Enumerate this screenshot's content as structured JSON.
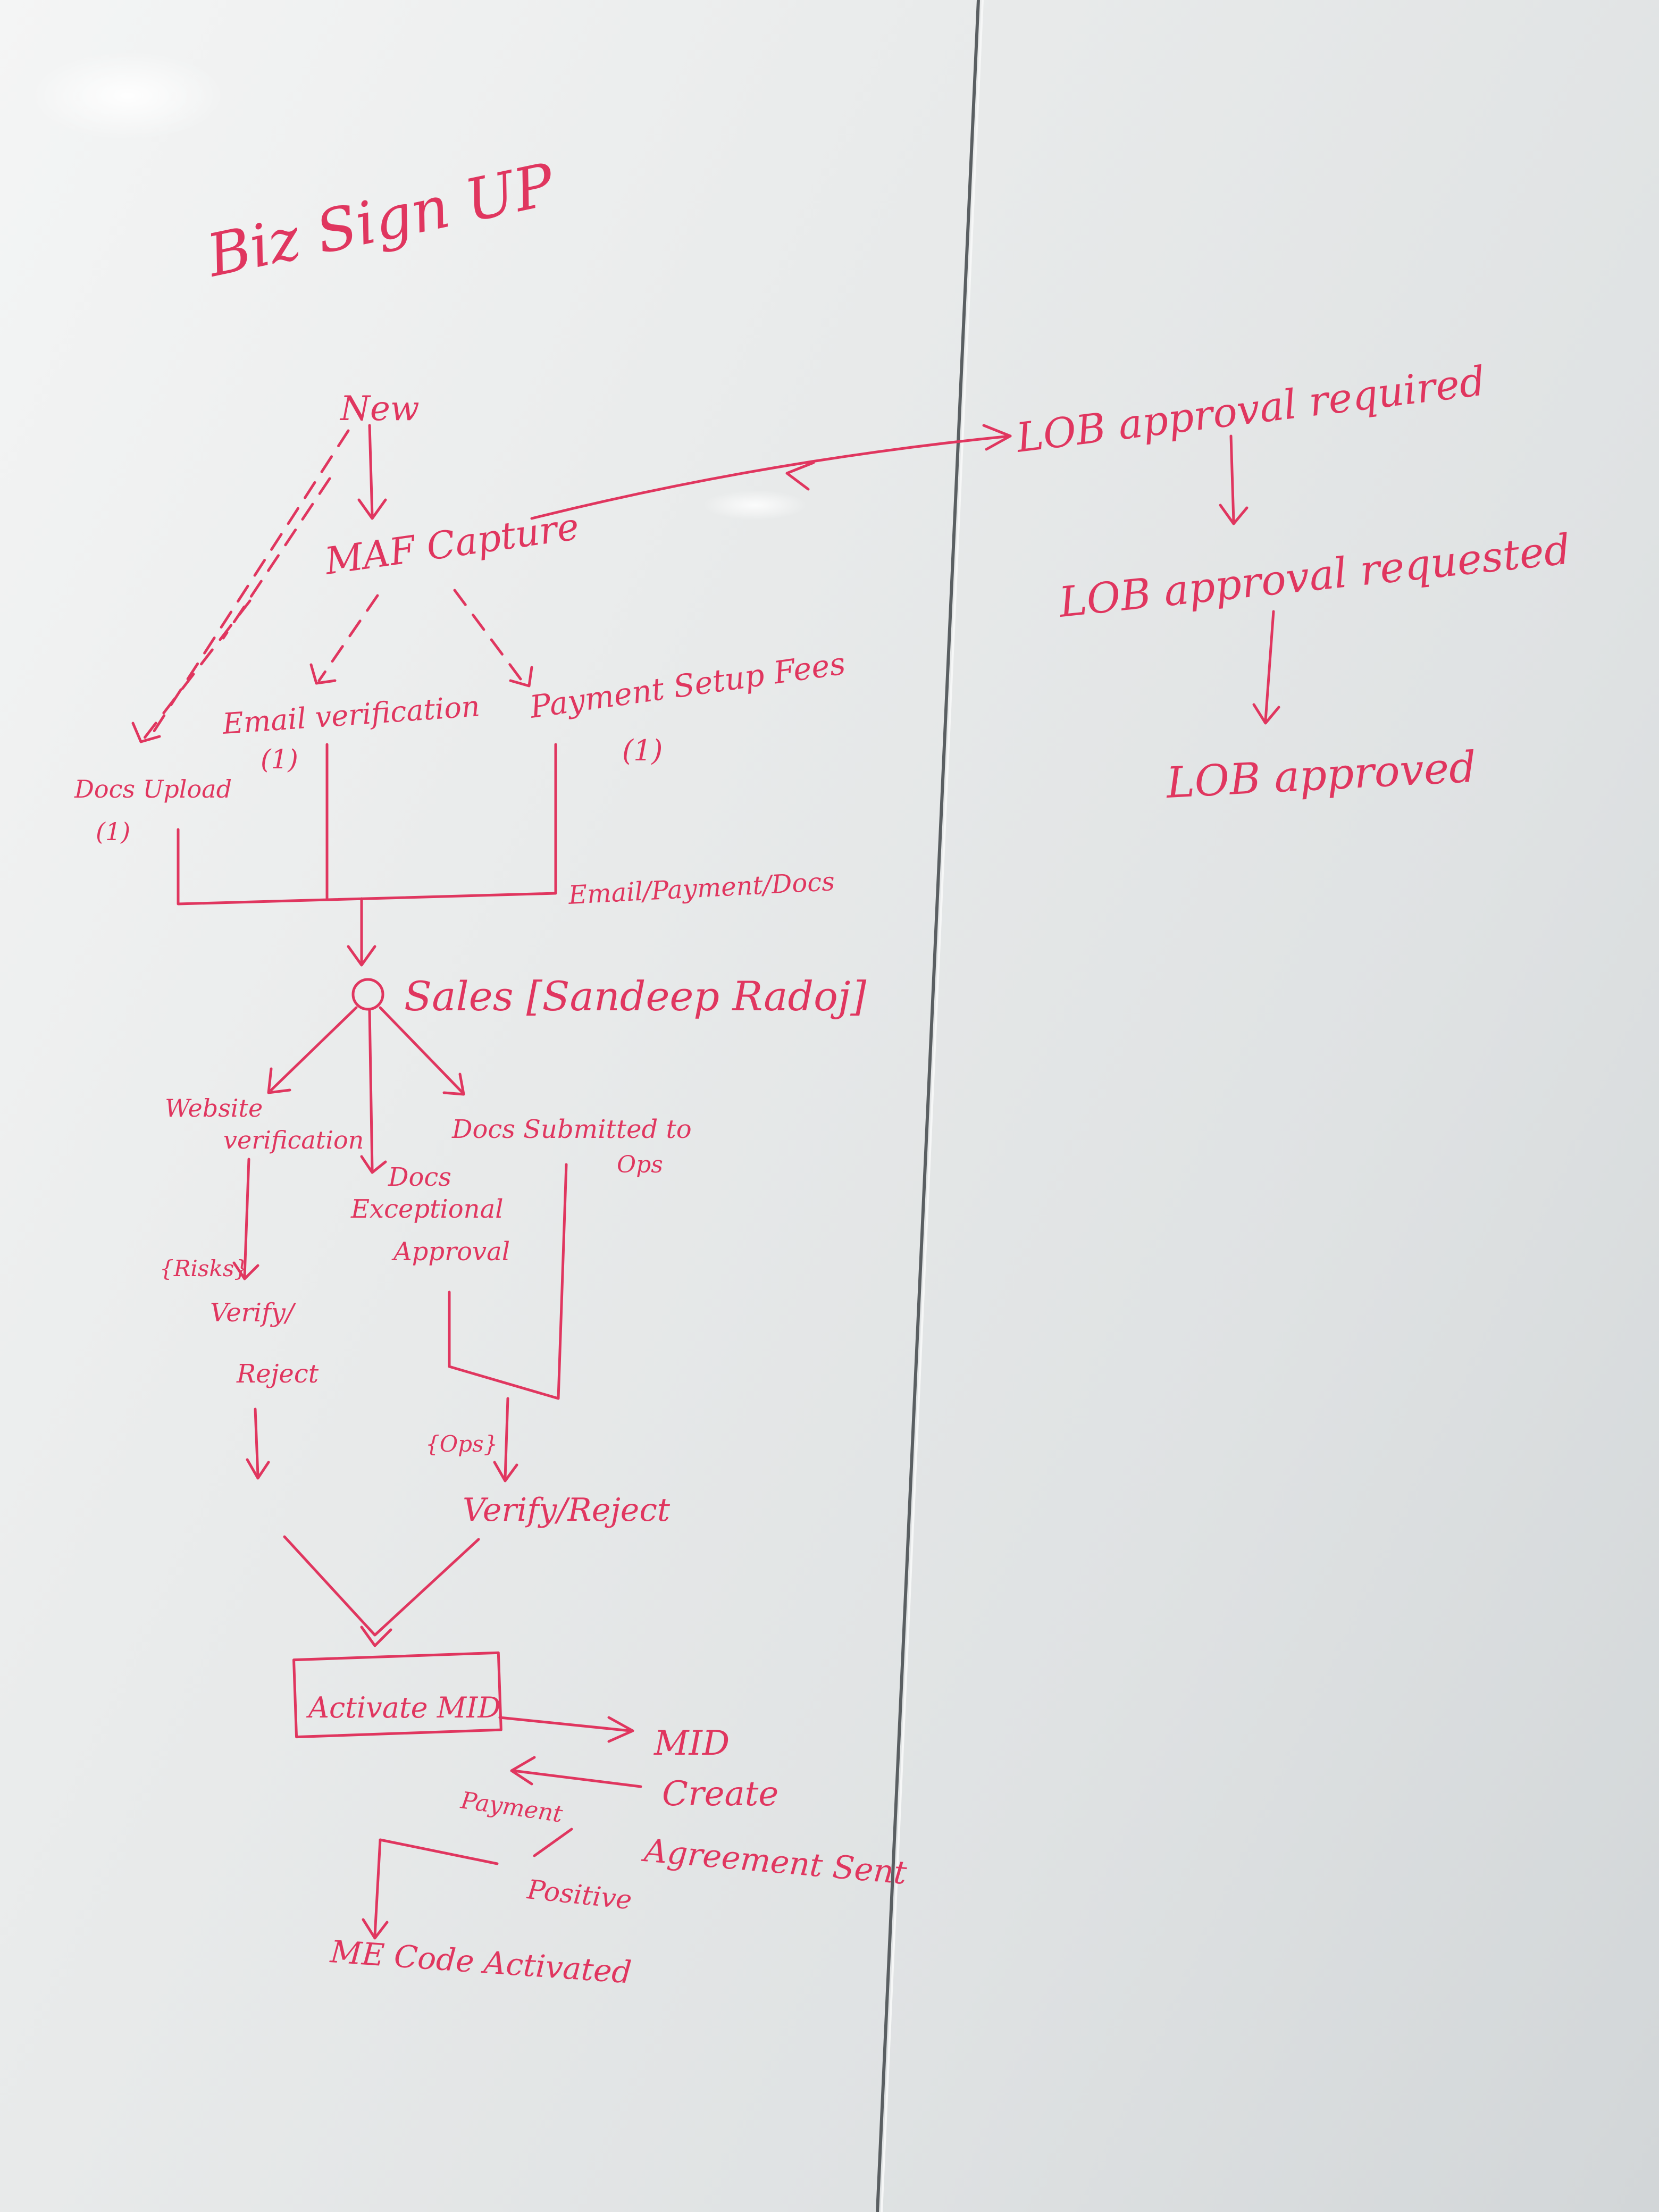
{
  "title": "Biz Sign UP",
  "nodes": {
    "new": "New",
    "maf_capture": "MAF Capture",
    "docs_upload": "Docs Upload",
    "docs_upload_count": "(1)",
    "email_verification": "Email verification",
    "email_verification_count": "(1)",
    "payment_setup_fees": "Payment Setup Fees",
    "payment_setup_fees_count": "(1)",
    "merge_label": "Email/Payment/Docs",
    "sales": "Sales [Sandeep Radoj]",
    "website_verification_1": "Website",
    "website_verification_2": "verification",
    "docs_exceptional_1": "Docs",
    "docs_exceptional_2": "Exceptional",
    "docs_exceptional_3": "Approval",
    "docs_submitted_1": "Docs Submitted to",
    "docs_submitted_2": "Ops",
    "risks": "{Risks}",
    "verify_reject_risk_1": "Verify/",
    "verify_reject_risk_2": "Reject",
    "ops": "{Ops}",
    "verify_reject_ops": "Verify/Reject",
    "activate_mid": "Activate MID",
    "mid_1": "MID",
    "mid_2": "Create",
    "agreement_sent": "Agreement Sent",
    "payment": "Payment",
    "positive": "Positive",
    "me_code_activated": "ME Code Activated",
    "lob_approval_required": "LOB approval required",
    "lob_approval_requested": "LOB approval requested",
    "lob_approved": "LOB approved"
  },
  "colors": {
    "ink": "#e0365f",
    "board": "#eceeee"
  }
}
